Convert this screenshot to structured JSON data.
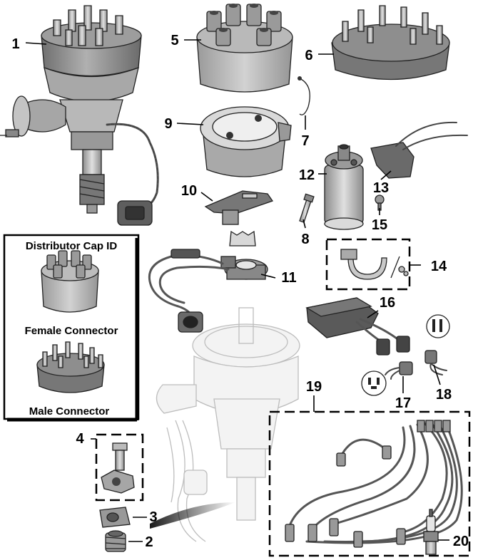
{
  "id_box": {
    "title": "Distributor Cap ID",
    "female_label": "Female Connector",
    "male_label": "Male Connector"
  },
  "callouts": [
    "1",
    "2",
    "3",
    "4",
    "5",
    "6",
    "7",
    "8",
    "9",
    "10",
    "11",
    "12",
    "13",
    "14",
    "15",
    "16",
    "17",
    "18",
    "19",
    "20"
  ],
  "colors": {
    "cap_gray": "#8a8a8a",
    "cap_light": "#b5b5b5",
    "ghost": "#bdbdbd",
    "outline": "#222222"
  }
}
